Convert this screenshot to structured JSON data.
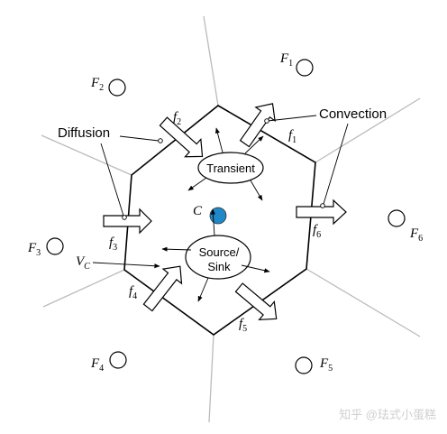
{
  "diagram": {
    "center_cell": {
      "label": "C",
      "dot_color": "#1f88c9"
    },
    "neighbor_cells": [
      {
        "letter": "F",
        "sub": "1"
      },
      {
        "letter": "F",
        "sub": "2"
      },
      {
        "letter": "F",
        "sub": "3"
      },
      {
        "letter": "F",
        "sub": "4"
      },
      {
        "letter": "F",
        "sub": "5"
      },
      {
        "letter": "F",
        "sub": "6"
      }
    ],
    "faces": [
      {
        "letter": "f",
        "sub": "1"
      },
      {
        "letter": "f",
        "sub": "2"
      },
      {
        "letter": "f",
        "sub": "3"
      },
      {
        "letter": "f",
        "sub": "4"
      },
      {
        "letter": "f",
        "sub": "5"
      },
      {
        "letter": "f",
        "sub": "6"
      }
    ],
    "volume_label": {
      "letter": "V",
      "sub": "C"
    },
    "callouts": {
      "diffusion": "Diffusion",
      "convection": "Convection"
    },
    "bubbles": {
      "transient": "Transient",
      "source_sink_line1": "Source/",
      "source_sink_line2": "Sink"
    }
  },
  "watermark": "知乎 @珐式小蛋糕"
}
